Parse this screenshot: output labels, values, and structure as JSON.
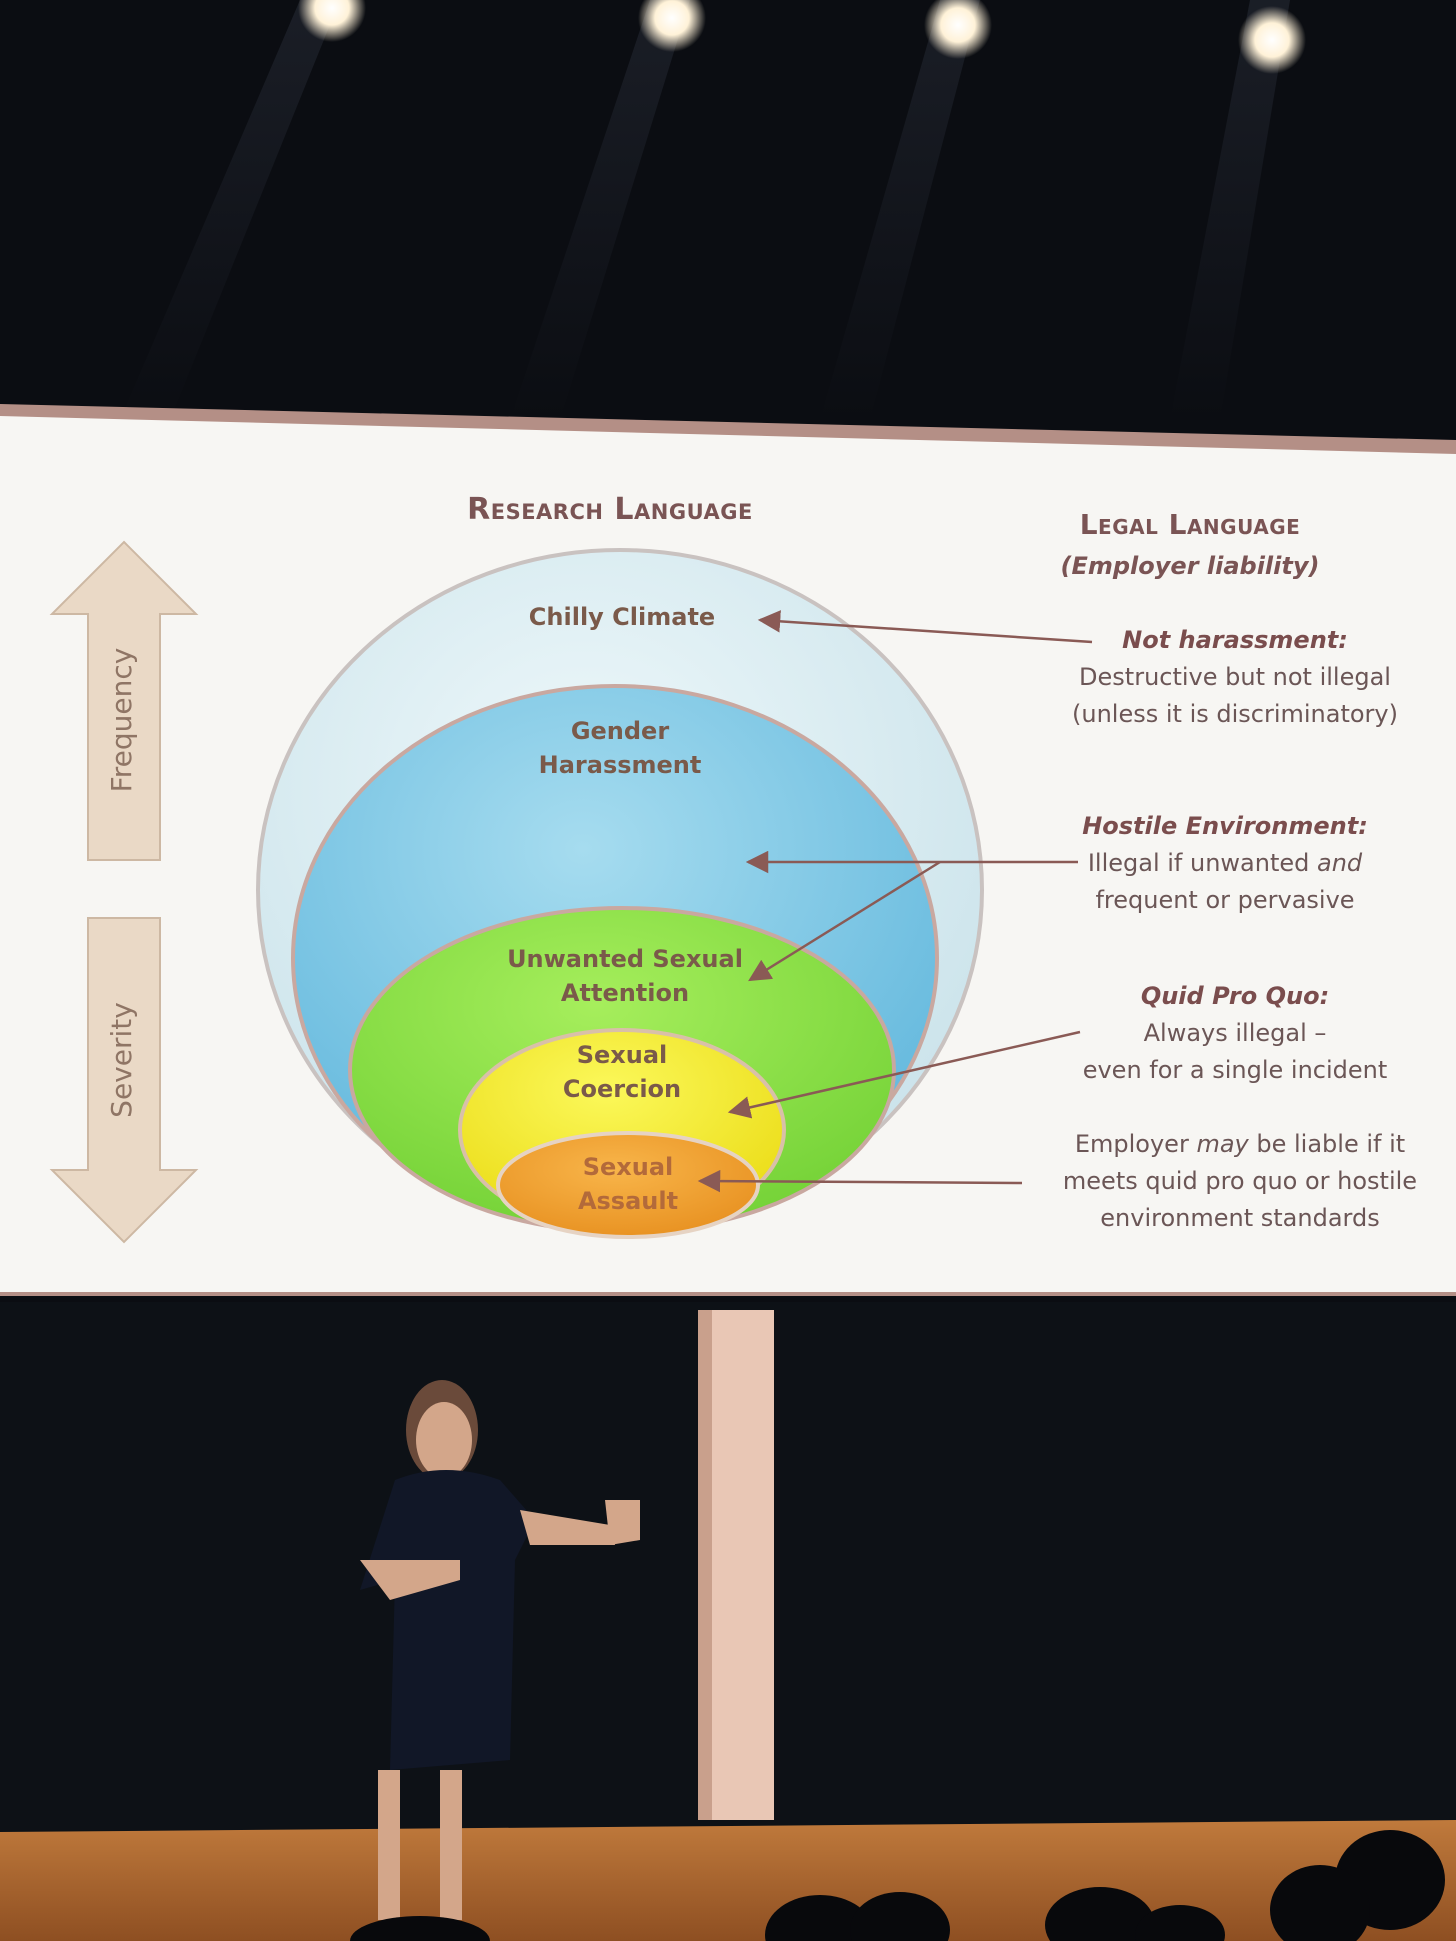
{
  "slide": {
    "research_heading": "Research Language",
    "legal_heading": "Legal Language",
    "legal_subheading": "(Employer liability)",
    "axis": {
      "frequency_label": "Frequency",
      "severity_label": "Severity"
    },
    "levels": [
      {
        "lines": [
          "Chilly Climate"
        ],
        "color": "#d7ecf0"
      },
      {
        "lines": [
          "Gender",
          "Harassment"
        ],
        "color": "#7fcbe8"
      },
      {
        "lines": [
          "Unwanted Sexual",
          "Attention"
        ],
        "color": "#8fe04a"
      },
      {
        "lines": [
          "Sexual",
          "Coercion"
        ],
        "color": "#f2ef1f"
      },
      {
        "lines": [
          "Sexual",
          "Assault"
        ],
        "color": "#f6a325"
      }
    ],
    "legal": [
      {
        "head": "Not harassment:",
        "lines": [
          "Destructive but not illegal",
          "(unless it is discriminatory)"
        ]
      },
      {
        "head": "Hostile Environment:",
        "lines_pre": "Illegal if unwanted ",
        "lines_em": "and",
        "lines_rest": "frequent or pervasive"
      },
      {
        "head": "Quid Pro Quo:",
        "lines": [
          "Always illegal –",
          "even for a single incident"
        ]
      },
      {
        "pre": "Employer ",
        "em": "may",
        "post": " be liable if it",
        "lines": [
          "meets quid pro quo or hostile",
          "environment standards"
        ]
      }
    ]
  },
  "colors": {
    "ceiling": "#0b0d12",
    "slide_bg": "#f7f6f3",
    "slide_border": "#b48f86",
    "arrow_fill": "#ead9c6",
    "arrow_stroke": "#cdb8a3",
    "stage_floor": "#b36a2f",
    "curtain": "#0d1116"
  }
}
